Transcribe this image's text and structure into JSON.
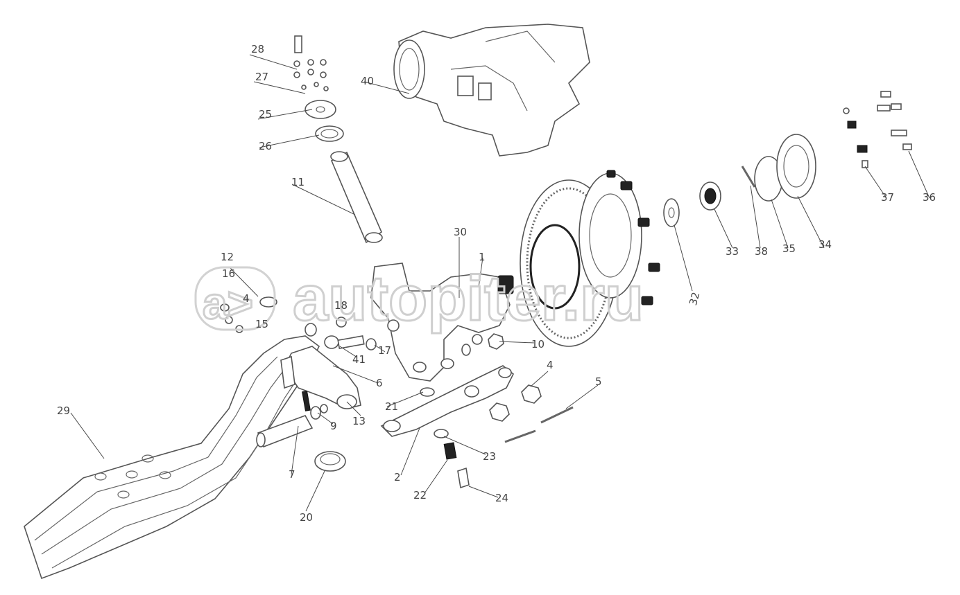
{
  "diagram": {
    "callouts": [
      "1",
      "2",
      "4",
      "5",
      "6",
      "7",
      "9",
      "10",
      "11",
      "12",
      "13",
      "15",
      "16",
      "17",
      "18",
      "20",
      "21",
      "22",
      "23",
      "24",
      "25",
      "26",
      "27",
      "28",
      "29",
      "30",
      "32",
      "33",
      "34",
      "35",
      "36",
      "37",
      "38",
      "40",
      "41"
    ]
  },
  "watermark": {
    "text": "autopiter.ru",
    "logo_text": "a>"
  }
}
